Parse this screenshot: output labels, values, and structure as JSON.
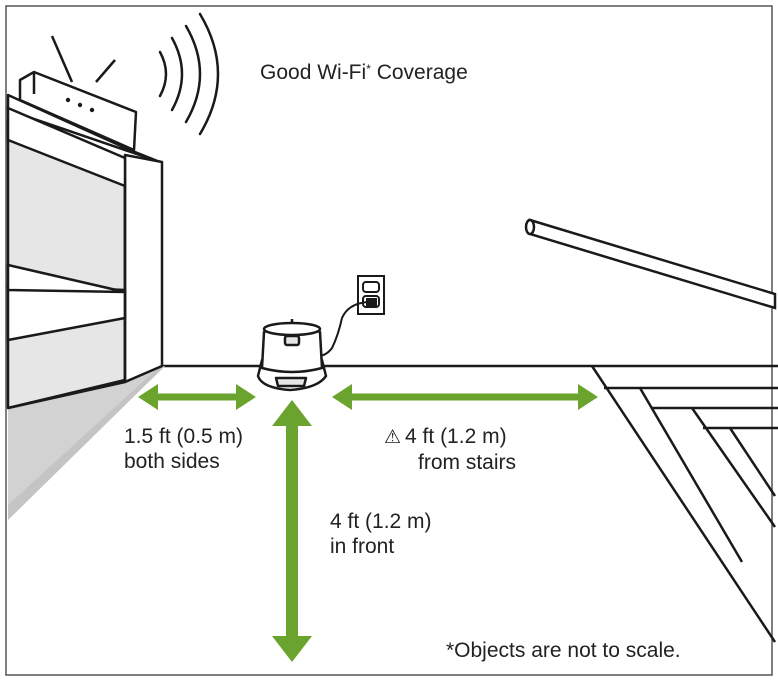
{
  "title": "Good Wi-Fi",
  "title_mark": "*",
  "title_tail": " Coverage",
  "measurements": {
    "sides": {
      "line1": "1.5 ft (0.5 m)",
      "line2": "both sides"
    },
    "stairs": {
      "line1": "4 ft (1.2 m)",
      "line2": "from stairs",
      "icon": "warning-triangle-icon"
    },
    "front": {
      "line1": "4 ft (1.2 m)",
      "line2": "in front"
    }
  },
  "footnote": "*Objects are not to scale.",
  "colors": {
    "arrow_green": "#6aa32e",
    "line": "#1a1a1a",
    "shadow": "#c8c8c8",
    "light_gray": "#e4e4e4"
  }
}
